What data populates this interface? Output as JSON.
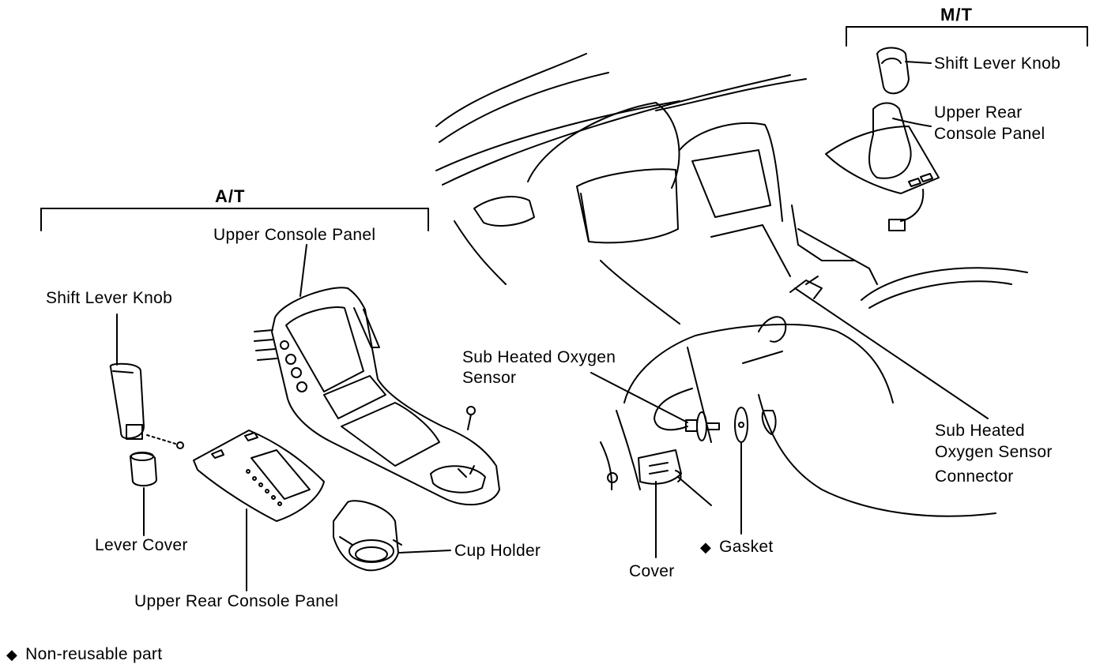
{
  "groups": {
    "at": "A/T",
    "mt": "M/T"
  },
  "labels": {
    "at_upper_console_panel": "Upper Console Panel",
    "at_shift_lever_knob": "Shift Lever Knob",
    "at_lever_cover": "Lever Cover",
    "at_upper_rear_console_panel": "Upper Rear Console Panel",
    "at_cup_holder": "Cup Holder",
    "mt_shift_lever_knob": "Shift Lever Knob",
    "mt_upper_rear_console_panel_l1": "Upper Rear",
    "mt_upper_rear_console_panel_l2": "Console Panel",
    "sub_o2_sensor_l1": "Sub Heated Oxygen",
    "sub_o2_sensor_l2": "Sensor",
    "sub_o2_connector_l1": "Sub Heated",
    "sub_o2_connector_l2": "Oxygen Sensor",
    "sub_o2_connector_l3": "Connector",
    "cover": "Cover",
    "gasket": "Gasket"
  },
  "legend": {
    "symbol": "◆",
    "text": "Non-reusable part"
  }
}
